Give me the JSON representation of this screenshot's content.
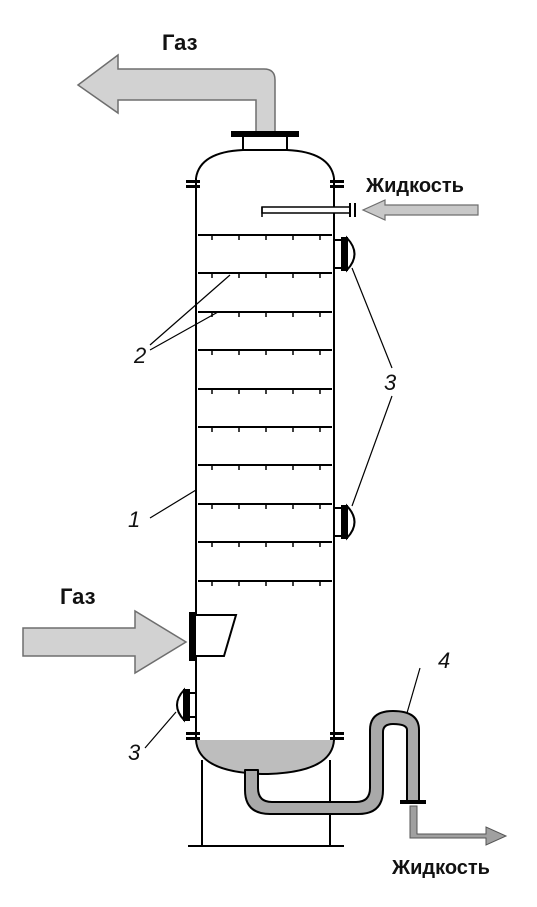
{
  "labels": {
    "gas_out": "Газ",
    "liquid_in": "Жидкость",
    "gas_in": "Газ",
    "liquid_out": "Жидкость",
    "part_1": "1",
    "part_2": "2",
    "part_3_right": "3",
    "part_3_left": "3",
    "part_4": "4"
  },
  "colors": {
    "stroke": "#000000",
    "arrow_fill": "#d2d2d2",
    "arrow_stroke": "#707070",
    "liquid_fill": "#bdbdbd",
    "pipe_fill": "#a9a9a9"
  },
  "trays": {
    "count": 10
  }
}
